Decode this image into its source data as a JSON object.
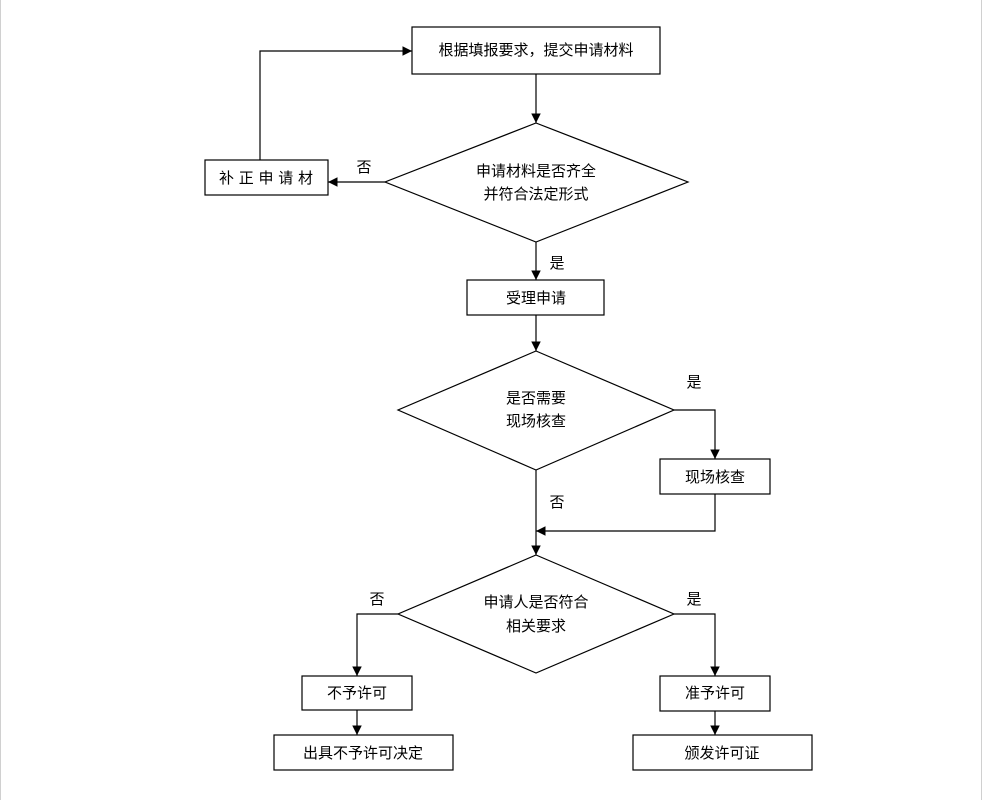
{
  "nodes": {
    "submit": "根据填报要求，提交申请材料",
    "check_docs_line1": "申请材料是否齐全",
    "check_docs_line2": "并符合法定形式",
    "supplement": "补 正 申 请 材",
    "accept": "受理申请",
    "need_inspect_line1": "是否需要",
    "need_inspect_line2": "现场核查",
    "inspect": "现场核查",
    "meets_req_line1": "申请人是否符合",
    "meets_req_line2": "相关要求",
    "deny": "不予许可",
    "deny_decision": "出具不予许可决定",
    "approve": "准予许可",
    "issue_license": "颁发许可证"
  },
  "edge_labels": {
    "docs_no": "否",
    "docs_yes": "是",
    "inspect_yes": "是",
    "inspect_no": "否",
    "req_no": "否",
    "req_yes": "是"
  },
  "colors": {
    "stroke": "#000000",
    "fill": "#ffffff"
  }
}
